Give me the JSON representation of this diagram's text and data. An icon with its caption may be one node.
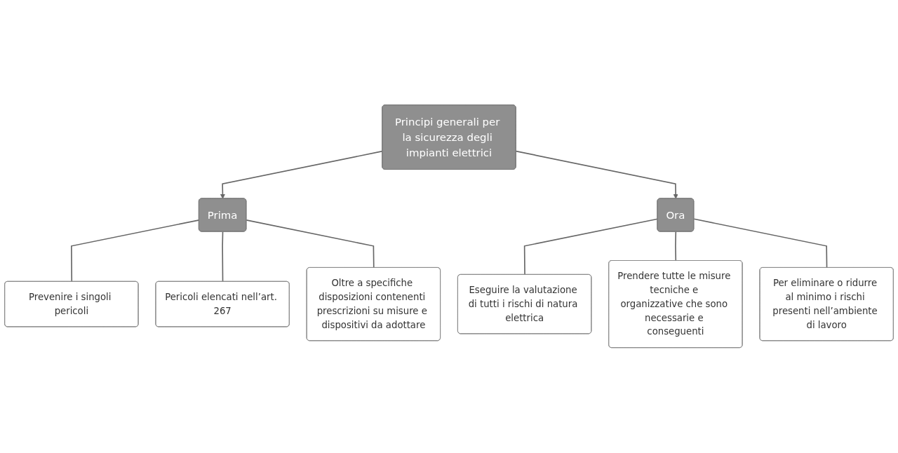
{
  "diagram": {
    "nodes": [
      {
        "text": [
          "Principi generali per la sicurezza degli impianti elettrici"
        ]
      },
      {
        "text": [
          "Prima"
        ]
      },
      {
        "text": [
          "Ora"
        ]
      },
      {
        "text": [
          "Prevenire i singoli pericoli"
        ]
      },
      {
        "text": [
          "Pericoli elencati nell’art. 267"
        ]
      },
      {
        "text": [
          "Oltre a specifiche disposizioni contenenti prescrizioni su misure e dispositivi da adottare"
        ]
      },
      {
        "text": [
          "Eseguire la valutazione di tutti i rischi di natura elettrica"
        ]
      },
      {
        "text": [
          "Prendere tutte le misure tecniche e organizzative che sono necessarie e conseguenti"
        ]
      },
      {
        "text": [
          "Per eliminare o ridurre al minimo i rischi presenti nell’ambiente di lavoro"
        ]
      }
    ],
    "edges": [
      {
        "from": 0,
        "to": 1,
        "arrow": "to"
      },
      {
        "from": 0,
        "to": 2,
        "arrow": "to"
      },
      {
        "from": 1,
        "to": 3,
        "arrow": "none"
      },
      {
        "from": 1,
        "to": 4,
        "arrow": "none"
      },
      {
        "from": 1,
        "to": 5,
        "arrow": "none"
      },
      {
        "from": 2,
        "to": 6,
        "arrow": "none"
      },
      {
        "from": 2,
        "to": 7,
        "arrow": "none"
      },
      {
        "from": 2,
        "to": 8,
        "arrow": "none"
      }
    ]
  }
}
